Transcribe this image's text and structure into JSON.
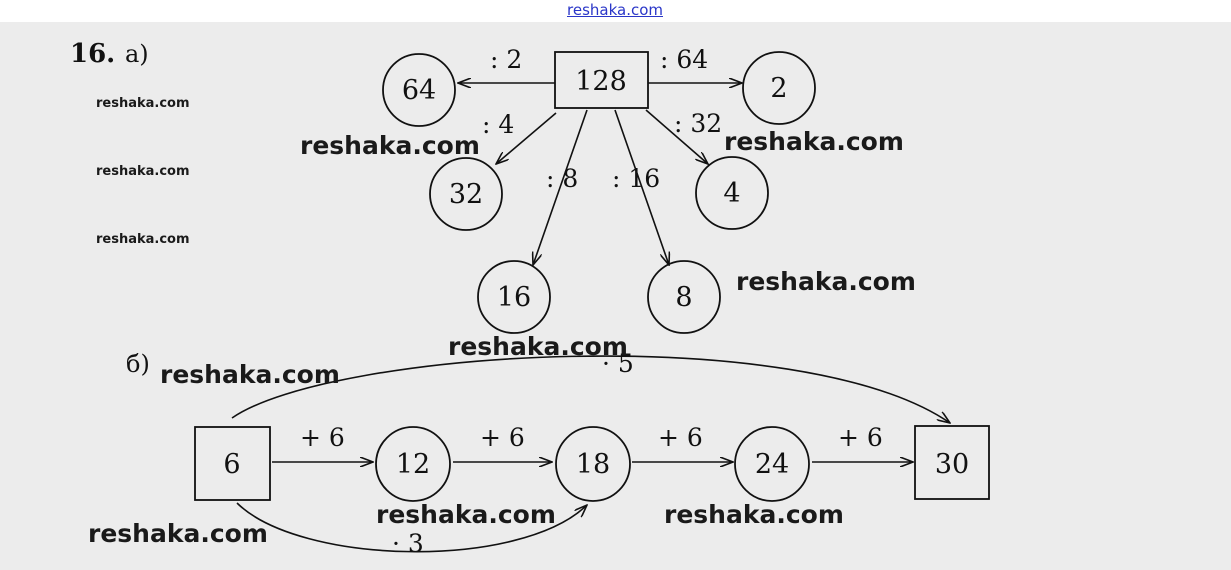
{
  "site_link": "reshaka.com",
  "problem_number": "16.",
  "part_a_label": "а)",
  "part_b_label": "б)",
  "part_a": {
    "nodes": [
      {
        "id": "n128",
        "value": "128",
        "shape": "square"
      },
      {
        "id": "n64",
        "value": "64",
        "shape": "circle"
      },
      {
        "id": "n2",
        "value": "2",
        "shape": "circle"
      },
      {
        "id": "n32",
        "value": "32",
        "shape": "circle"
      },
      {
        "id": "n4",
        "value": "4",
        "shape": "circle"
      },
      {
        "id": "n16",
        "value": "16",
        "shape": "circle"
      },
      {
        "id": "n8",
        "value": "8",
        "shape": "circle"
      }
    ],
    "edges": [
      {
        "from": "n128",
        "to": "n64",
        "label": ": 2"
      },
      {
        "from": "n128",
        "to": "n2",
        "label": ": 64"
      },
      {
        "from": "n128",
        "to": "n32",
        "label": ": 4"
      },
      {
        "from": "n128",
        "to": "n4",
        "label": ": 32"
      },
      {
        "from": "n128",
        "to": "n16",
        "label": ": 8"
      },
      {
        "from": "n128",
        "to": "n8",
        "label": ": 16"
      }
    ]
  },
  "part_b": {
    "nodes": [
      {
        "id": "b6",
        "value": "6",
        "shape": "square"
      },
      {
        "id": "b12",
        "value": "12",
        "shape": "circle"
      },
      {
        "id": "b18",
        "value": "18",
        "shape": "circle"
      },
      {
        "id": "b24",
        "value": "24",
        "shape": "circle"
      },
      {
        "id": "b30",
        "value": "30",
        "shape": "square"
      }
    ],
    "edges": [
      {
        "from": "b6",
        "to": "b12",
        "label": "+ 6"
      },
      {
        "from": "b12",
        "to": "b18",
        "label": "+ 6"
      },
      {
        "from": "b18",
        "to": "b24",
        "label": "+ 6"
      },
      {
        "from": "b24",
        "to": "b30",
        "label": "+ 6"
      },
      {
        "from": "b6",
        "to": "b30",
        "label": "· 5",
        "curve": "top"
      },
      {
        "from": "b6",
        "to": "b18",
        "label": "· 3",
        "curve": "bottom"
      }
    ]
  },
  "watermarks": [
    "reshaka.com",
    "reshaka.com",
    "reshaka.com",
    "reshaka.com",
    "reshaka.com",
    "reshaka.com",
    "reshaka.com",
    "reshaka.com",
    "reshaka.com",
    "reshaka.com",
    "reshaka.com",
    "reshaka.com"
  ]
}
